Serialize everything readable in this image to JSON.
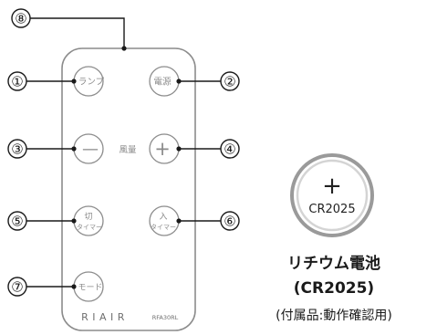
{
  "remote": {
    "callouts": [
      "⑧",
      "①",
      "②",
      "③",
      "④",
      "⑤",
      "⑥",
      "⑦"
    ],
    "buttons": {
      "lamp": "ランプ",
      "power": "電源",
      "minus": "—",
      "plus": "+",
      "timer_off_1": "切",
      "timer_off_2": "タイマー",
      "timer_on_1": "入",
      "timer_on_2": "タイマー",
      "mode": "モード"
    },
    "wind_label": "風量",
    "brand": "RIAIR",
    "model": "RFA30RL"
  },
  "battery": {
    "symbol": "+",
    "label": "CR2025",
    "caption_line1": "リチウム電池",
    "caption_line2": "(CR2025)",
    "caption_line3": "(付属品:動作確認用)"
  }
}
